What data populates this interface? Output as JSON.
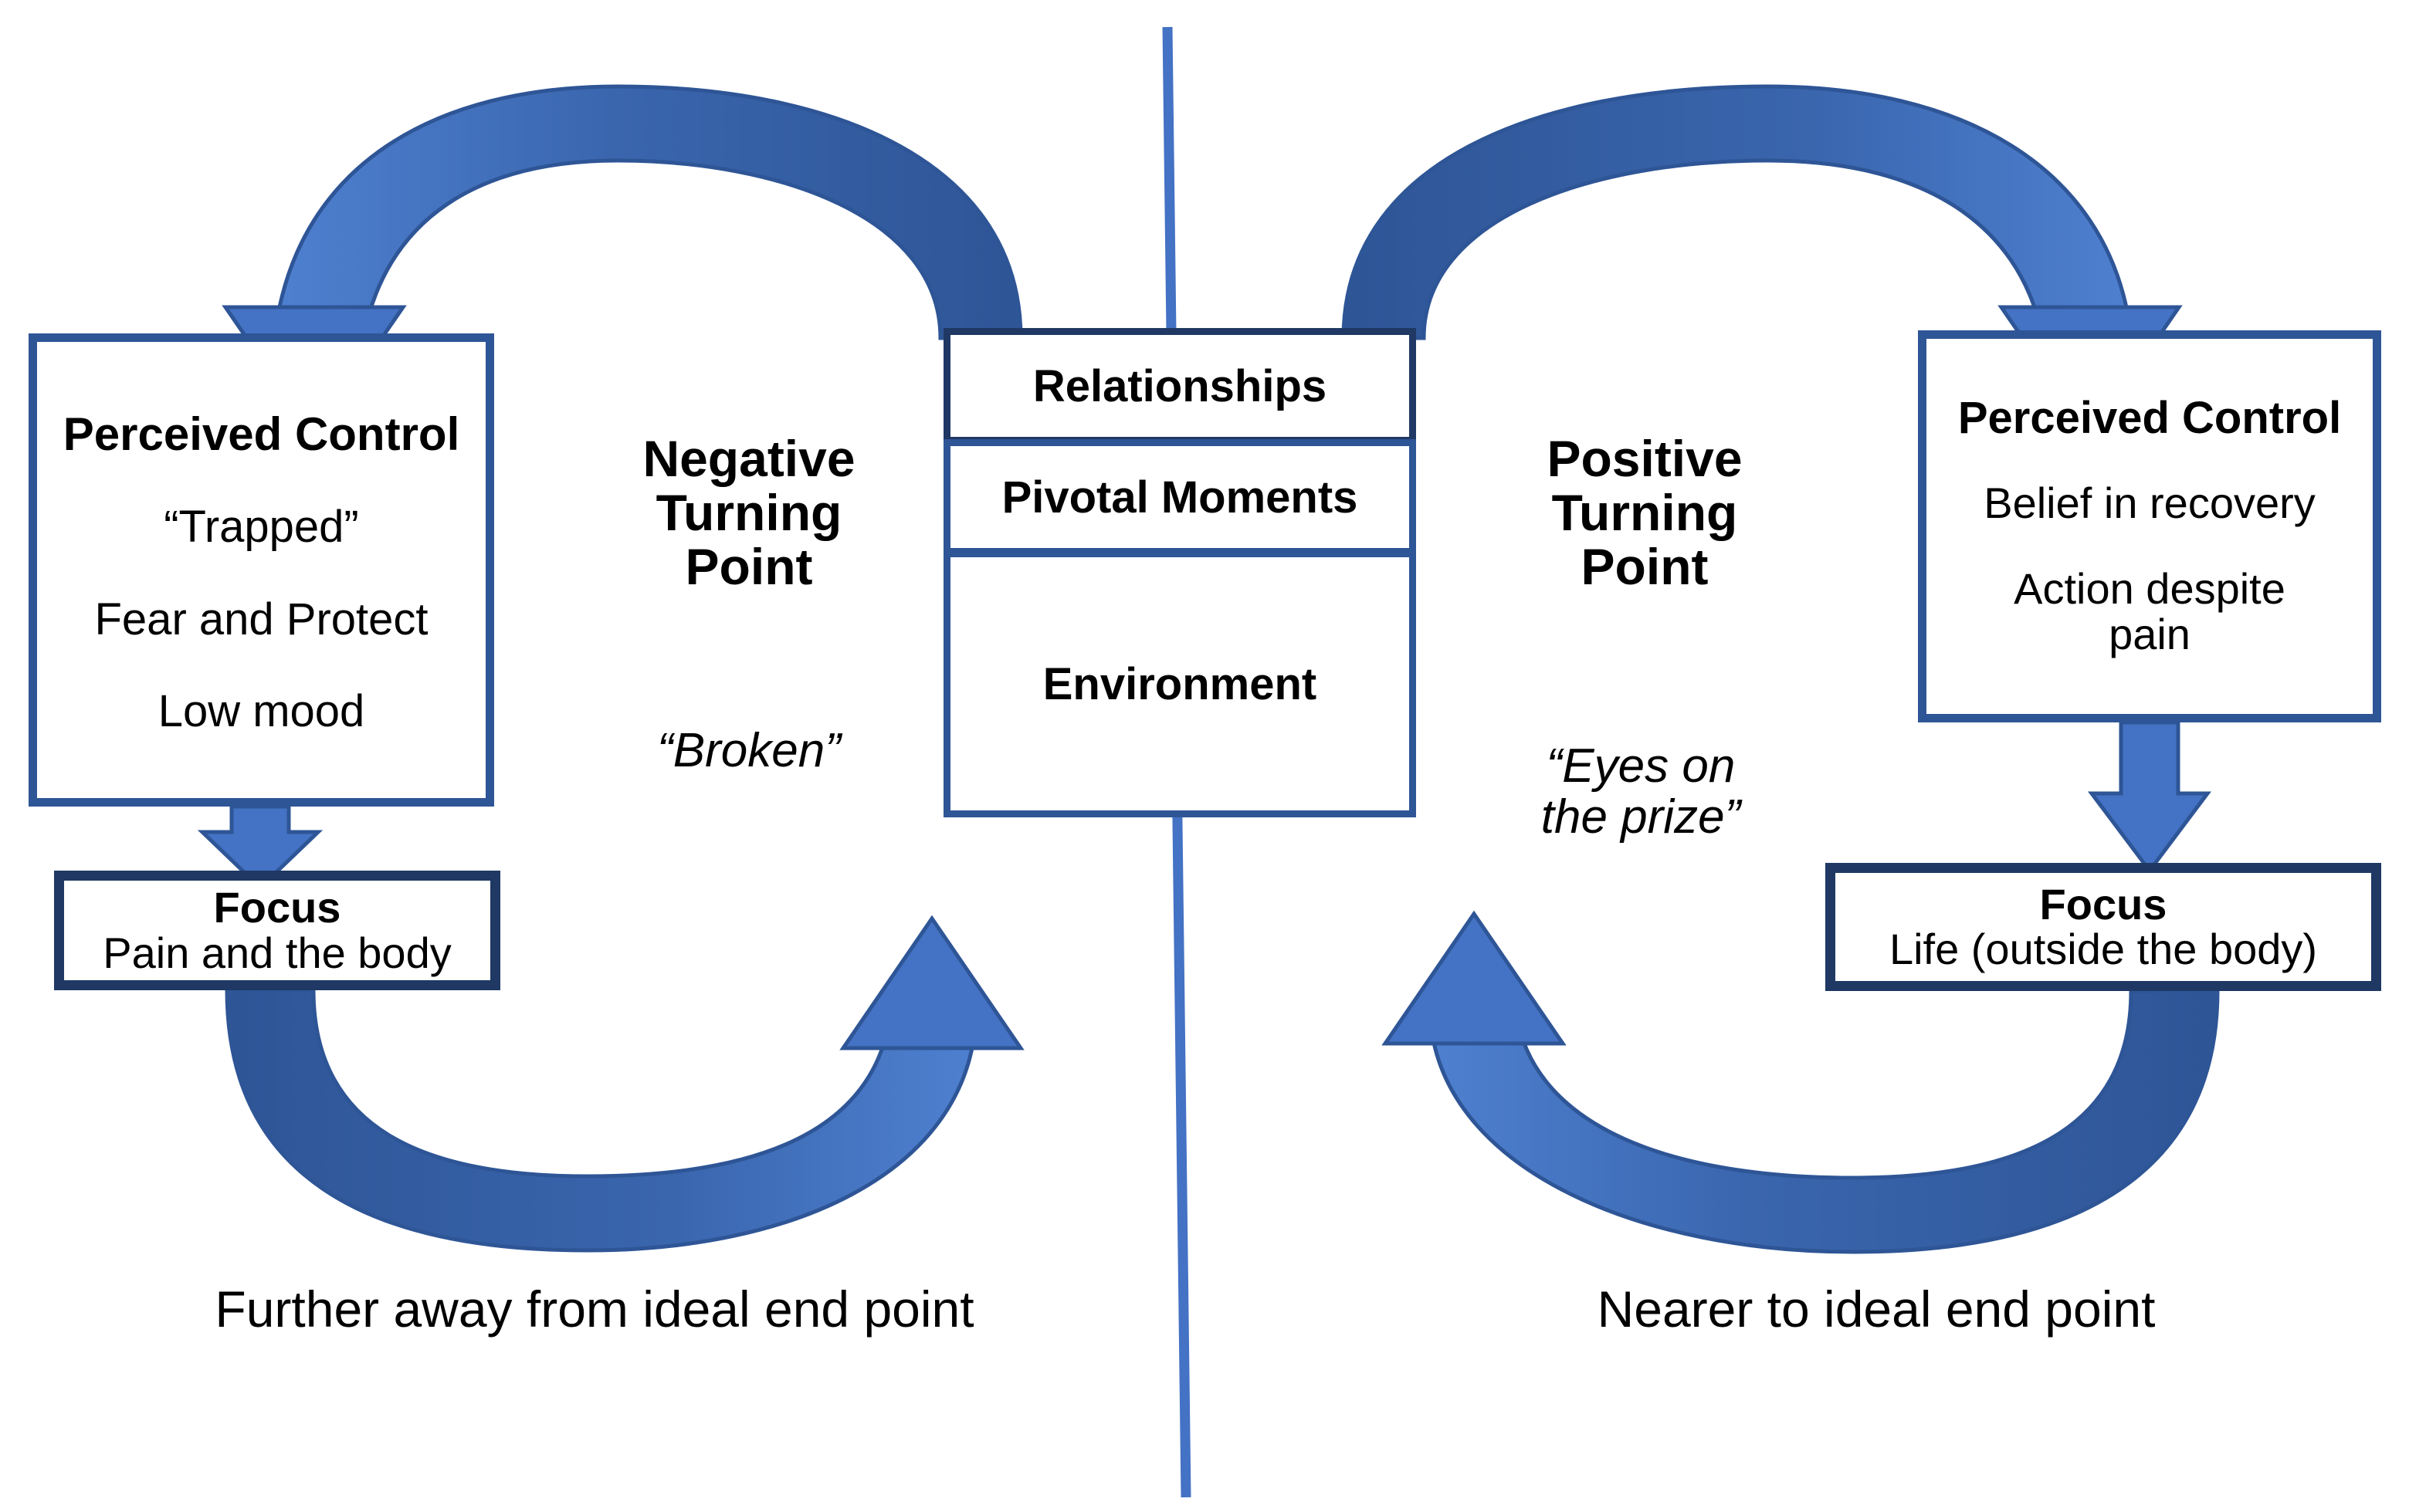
{
  "diagram": {
    "title_implicit": "Negative and Positive Turning Point cycle",
    "colors": {
      "arrow_light": "#4472C4",
      "arrow_dark": "#2E5596",
      "border_light": "#2E5596",
      "border_dark": "#1F3864",
      "divider_line": "#4472C4",
      "text": "#000000",
      "background": "#FFFFFF"
    }
  },
  "left_cycle": {
    "perceived_control": {
      "title": "Perceived Control",
      "lines": [
        "“Trapped”",
        "Fear and Protect",
        "Low mood"
      ]
    },
    "focus": {
      "title": "Focus",
      "lines": [
        "Pain and the body"
      ]
    },
    "turning_point": {
      "label_line1": "Negative",
      "label_line2": "Turning",
      "label_line3": "Point",
      "quote": "“Broken”"
    },
    "caption": "Further away from ideal end point"
  },
  "center_stack": {
    "items": [
      {
        "label": "Relationships"
      },
      {
        "label": "Pivotal Moments"
      },
      {
        "label": "Environment"
      }
    ]
  },
  "right_cycle": {
    "perceived_control": {
      "title": "Perceived Control",
      "lines": [
        "Belief in recovery",
        "Action despite",
        "pain"
      ]
    },
    "focus": {
      "title": "Focus",
      "lines": [
        "Life (outside the body)"
      ]
    },
    "turning_point": {
      "label_line1": "Positive",
      "label_line2": "Turning",
      "label_line3": "Point",
      "quote_line1": "“Eyes on",
      "quote_line2": "the prize”"
    },
    "caption": "Nearer to ideal end point"
  },
  "connectors": {
    "left_top_arc": "center-to-perceived-control-left",
    "left_straight": "perceived-control-to-focus-left",
    "left_bottom_arc": "focus-left-to-center",
    "right_top_arc": "center-to-perceived-control-right",
    "right_straight": "perceived-control-to-focus-right",
    "right_bottom_arc": "focus-right-to-center"
  }
}
